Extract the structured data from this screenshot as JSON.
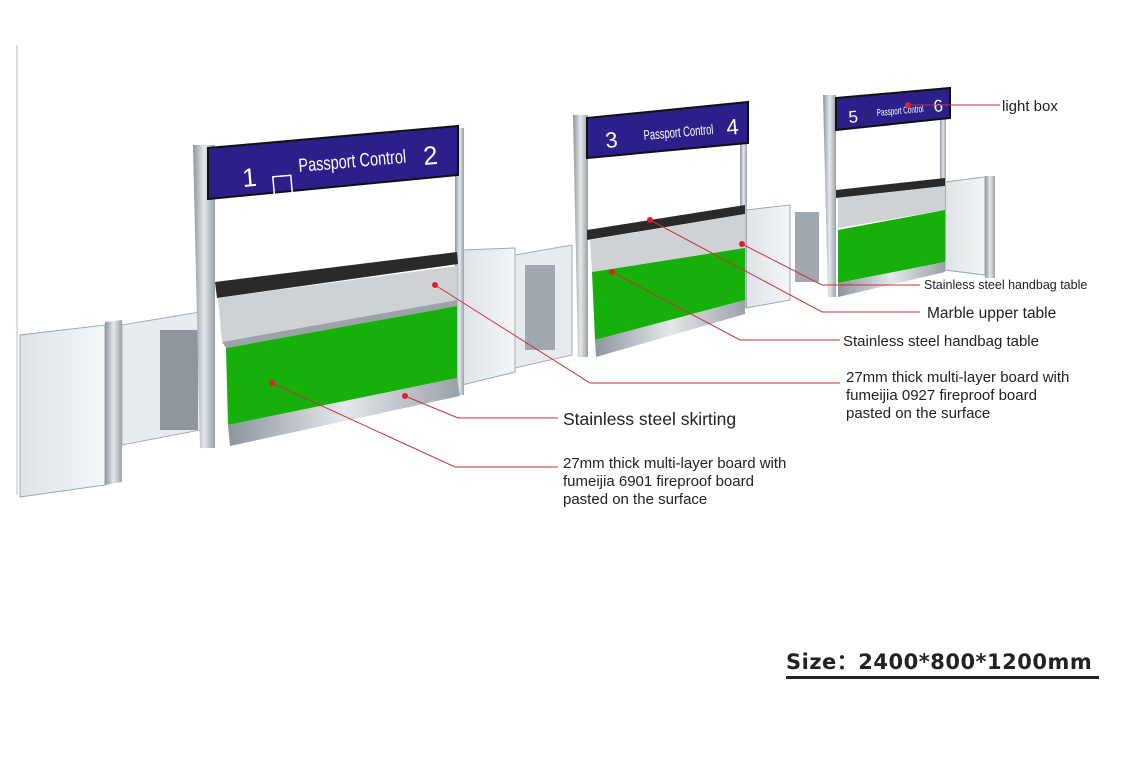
{
  "booths": [
    {
      "left_number": "1",
      "right_number": "2",
      "sign_text": "Passport Control"
    },
    {
      "left_number": "3",
      "right_number": "4",
      "sign_text": "Passport Control"
    },
    {
      "left_number": "5",
      "right_number": "6",
      "sign_text": "Passport Control"
    }
  ],
  "annotations": {
    "light_box": "light box",
    "handbag_table_small": "Stainless steel handbag table",
    "marble_upper_table": "Marble upper table",
    "handbag_table": "Stainless steel handbag table",
    "board_0927": [
      "27mm thick multi-layer board with",
      "fumeijia 0927 fireproof board",
      "pasted on the surface"
    ],
    "skirting": "Stainless steel skirting",
    "board_6901": [
      "27mm thick multi-layer board with",
      "fumeijia 6901 fireproof board",
      "pasted on the surface"
    ]
  },
  "size_label": "Size：2400*800*1200mm",
  "colors": {
    "sign": "#2c1f8a",
    "green": "#17b00a",
    "leader": "#c8313a"
  }
}
